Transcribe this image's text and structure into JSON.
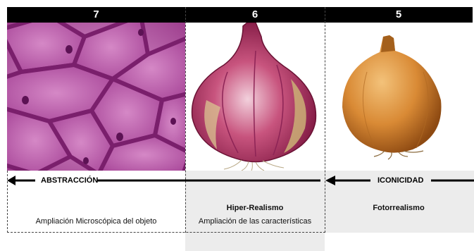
{
  "columns": [
    {
      "number": "7",
      "title": "",
      "description": "Ampliación Microscópica del objeto"
    },
    {
      "number": "6",
      "title": "Hiper-Realismo",
      "description": "Ampliación de las características"
    },
    {
      "number": "5",
      "title": "Fotorrealismo",
      "description": ""
    }
  ],
  "arrows": {
    "left_label": "ABSTRACCIÓN",
    "right_label": "ICONICIDAD"
  },
  "colors": {
    "header_bg": "#000000",
    "header_text": "#ffffff",
    "band_gray": "#ececec",
    "cell_purple": "#b0509e",
    "red_onion": "#b8326a",
    "yellow_onion": "#d98a35"
  }
}
